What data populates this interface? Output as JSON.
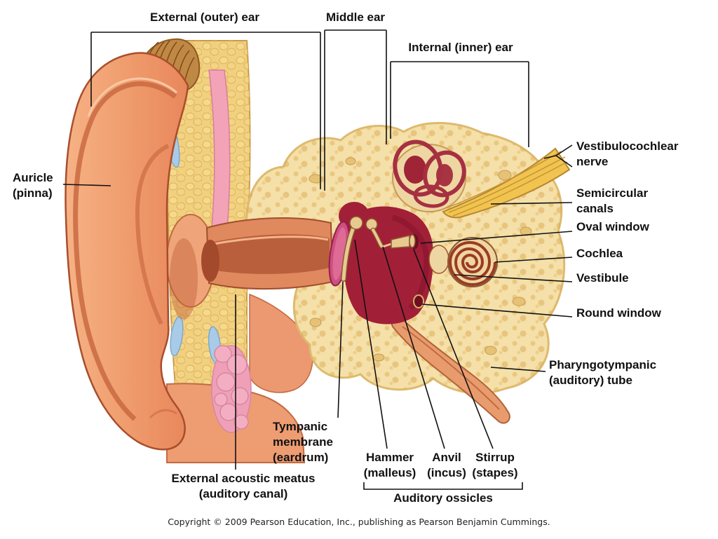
{
  "regions": {
    "external_ear": "External (outer) ear",
    "middle_ear": "Middle ear",
    "internal_ear": "Internal (inner) ear"
  },
  "parts": {
    "auricle": "Auricle\n(pinna)",
    "vestibulocochlear_nerve": "Vestibulocochlear\nnerve",
    "semicircular_canals": "Semicircular\ncanals",
    "oval_window": "Oval window",
    "cochlea": "Cochlea",
    "vestibule": "Vestibule",
    "round_window": "Round window",
    "pharyngotympanic_tube": "Pharyngotympanic\n(auditory) tube",
    "tympanic_membrane": "Tympanic\nmembrane\n(eardrum)",
    "external_acoustic_meatus": "External acoustic meatus\n(auditory canal)",
    "hammer": "Hammer\n(malleus)",
    "anvil": "Anvil\n(incus)",
    "stirrup": "Stirrup\n(stapes)",
    "auditory_ossicles": "Auditory ossicles"
  },
  "footer": {
    "copyright": "Copyright © 2009 Pearson Education, Inc., publishing as Pearson Benjamin Cummings."
  },
  "palette": {
    "background": "#FFFFFF",
    "skin": "#EE9C72",
    "fat_tissue": "#F1D07F",
    "bone": "#F4E0A8",
    "middle_ear_cavity": "#A21F38",
    "tympanic_membrane": "#CE4E7E",
    "nerve_yellow": "#F1C452",
    "cartilage_blue": "#A8CBE8",
    "gland_pink": "#F3AEC2",
    "label_text": "#111111"
  }
}
